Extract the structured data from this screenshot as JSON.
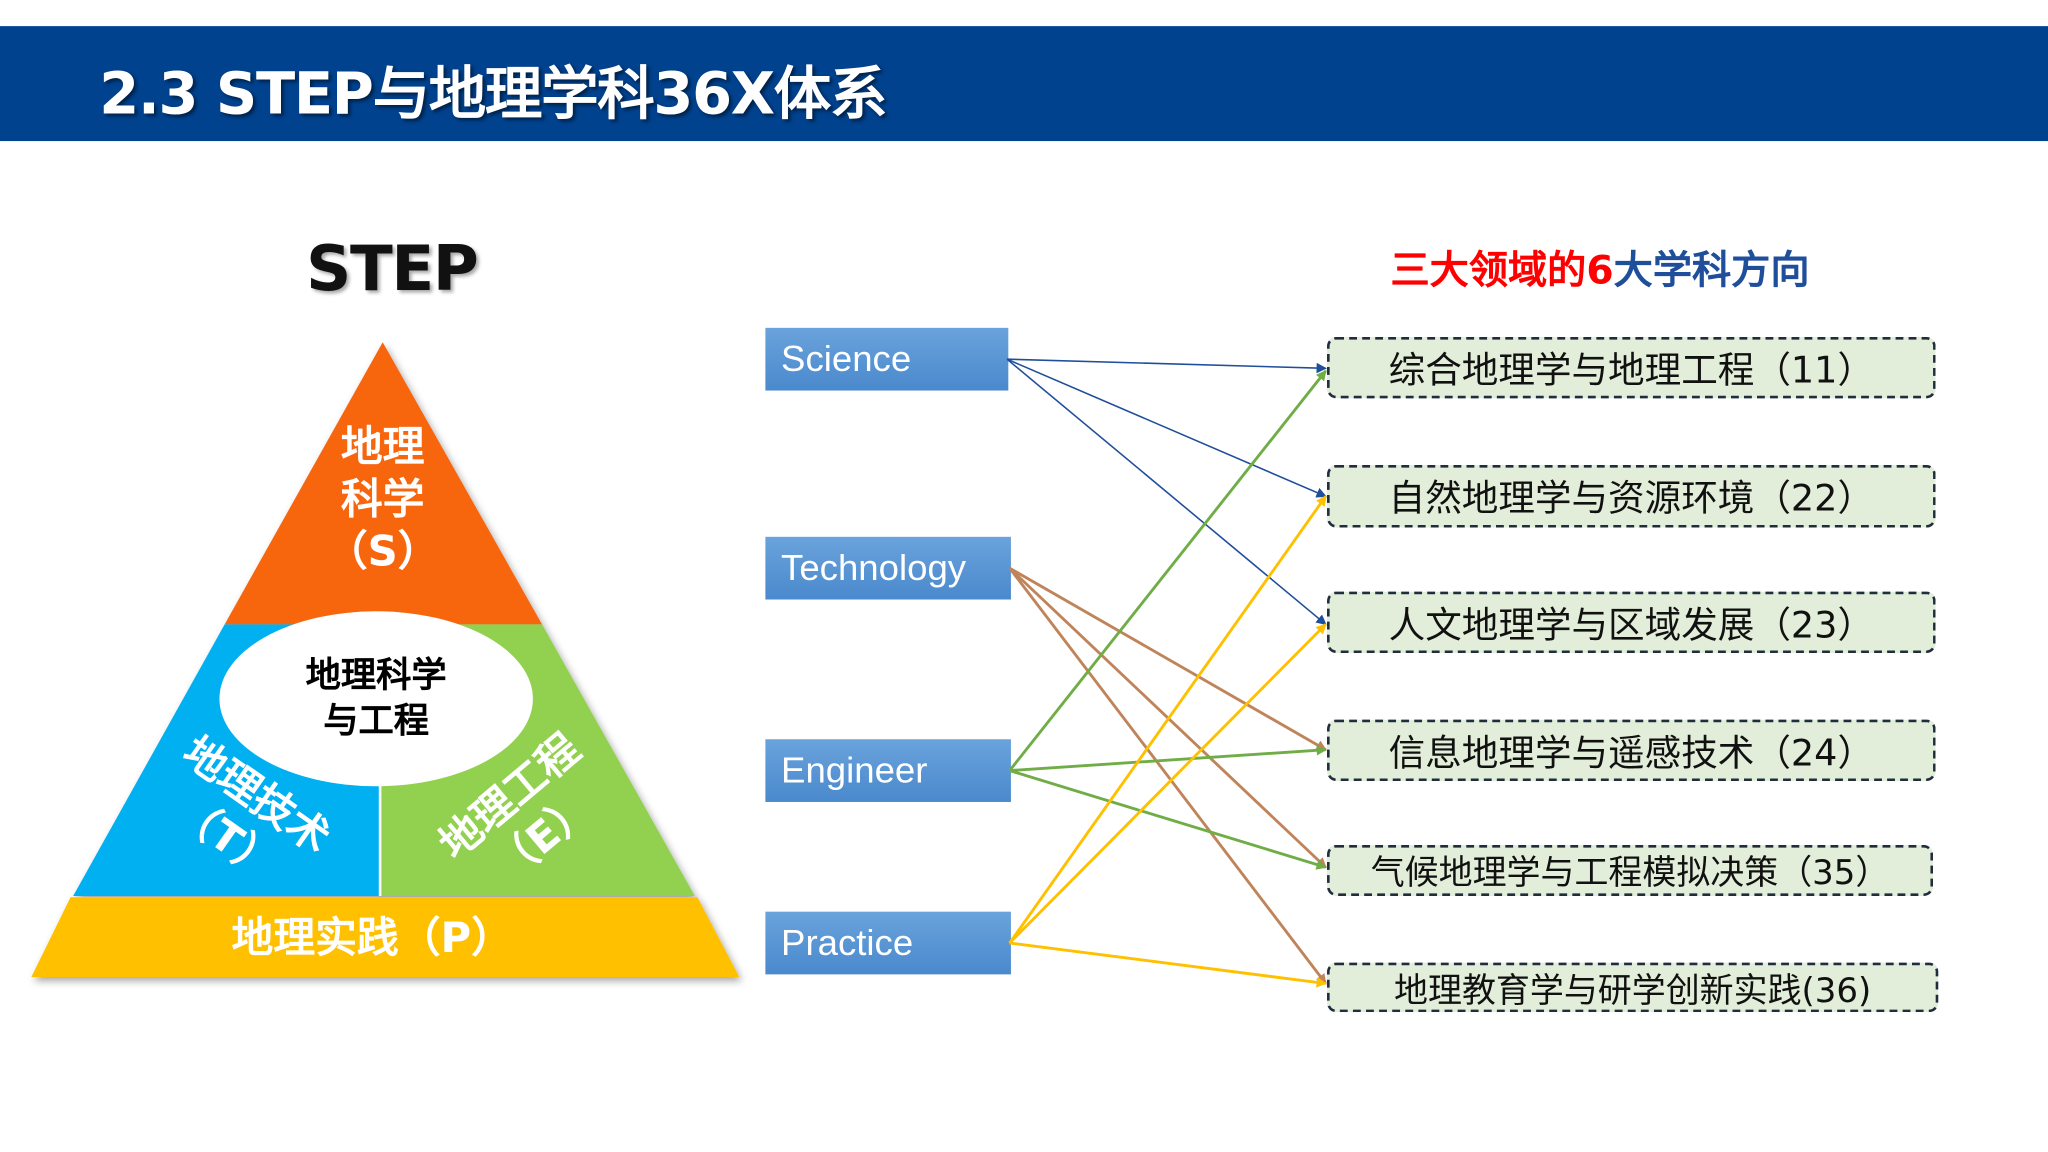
{
  "header": {
    "title": "2.3 STEP与地理学科36X体系"
  },
  "pyramid": {
    "title": "STEP",
    "science": {
      "line1": "地理",
      "line2": "科学",
      "line3": "（S）"
    },
    "center": {
      "line1": "地理科学",
      "line2": "与工程"
    },
    "technology": {
      "line1": "地理技术",
      "line2": "（T）"
    },
    "engineering": {
      "line1": "地理工程",
      "line2": "（E）"
    },
    "practice": "地理实践（P）",
    "colors": {
      "science": "#F7650F",
      "technology": "#00B0F0",
      "engineering": "#92D050",
      "practice": "#FFC000"
    }
  },
  "sources": [
    "Science",
    "Technology",
    "Engineer",
    "Practice"
  ],
  "heading": {
    "red": "三大领域的6",
    "blue": "大学科方向",
    "red_color": "#FF0000",
    "blue_color": "#1F4E9B"
  },
  "directions": [
    "综合地理学与地理工程（11）",
    "自然地理学与资源环境（22）",
    "人文地理学与区域发展（23）",
    "信息地理学与遥感技术（24）",
    "气候地理学与工程模拟决策（35）",
    "地理教育学与研学创新实践(36)"
  ],
  "links": [
    {
      "from": 0,
      "to": [
        0,
        1,
        2
      ],
      "color": "#1F4E9B"
    },
    {
      "from": 1,
      "to": [
        3,
        4,
        5
      ],
      "color": "#C0845A"
    },
    {
      "from": 2,
      "to": [
        0,
        3,
        4
      ],
      "color": "#70AD47"
    },
    {
      "from": 3,
      "to": [
        1,
        2,
        5
      ],
      "color": "#FFC000"
    }
  ]
}
